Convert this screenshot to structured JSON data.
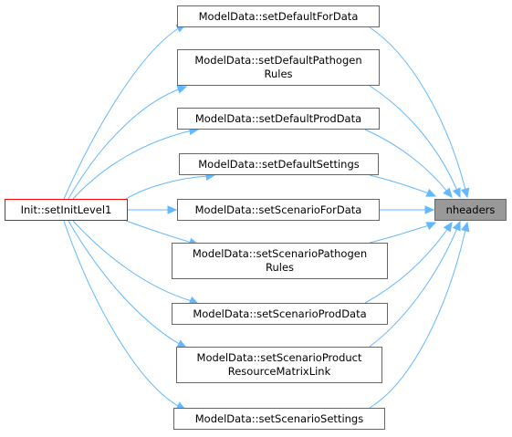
{
  "colors": {
    "edge": "#63b8ff",
    "border": "#666666",
    "root_border": "#ff0000",
    "target_fill": "#999999"
  },
  "nodes": {
    "root": [
      "Init::setInitLevel1"
    ],
    "target": [
      "nheaders"
    ],
    "n1": [
      "ModelData::setDefaultForData"
    ],
    "n2": [
      "ModelData::setDefaultPathogen",
      "Rules"
    ],
    "n3": [
      "ModelData::setDefaultProdData"
    ],
    "n4": [
      "ModelData::setDefaultSettings"
    ],
    "n5": [
      "ModelData::setScenarioForData"
    ],
    "n6": [
      "ModelData::setScenarioPathogen",
      "Rules"
    ],
    "n7": [
      "ModelData::setScenarioProdData"
    ],
    "n8": [
      "ModelData::setScenarioProduct",
      "ResourceMatrixLink"
    ],
    "n9": [
      "ModelData::setScenarioSettings"
    ]
  }
}
